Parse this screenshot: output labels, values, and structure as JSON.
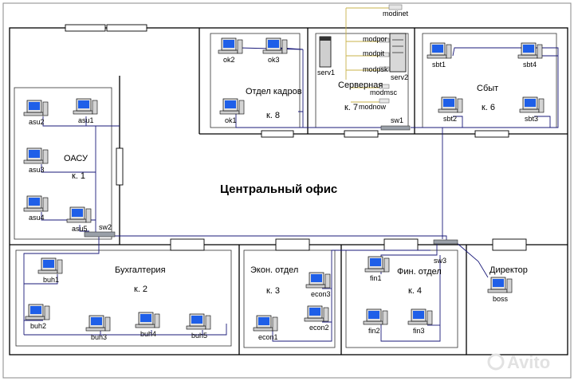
{
  "title": "Центральный офис",
  "rooms": {
    "kadry": {
      "name": "Отдел кадров",
      "num": "к. 8"
    },
    "server": {
      "name": "Серверная",
      "num": "к. 7"
    },
    "sbyt": {
      "name": "Сбыт",
      "num": "к. 6"
    },
    "oasu": {
      "name": "ОАСУ",
      "num": "к. 1"
    },
    "buh": {
      "name": "Бухгалтерия",
      "num": "к. 2"
    },
    "econ": {
      "name": "Экон. отдел",
      "num": "к. 3"
    },
    "fin": {
      "name": "Фин. отдел",
      "num": "к. 4"
    },
    "director": {
      "name": "Директор"
    }
  },
  "computers": {
    "ok2": "ok2",
    "ok3": "ok3",
    "ok1": "ok1",
    "sbt1": "sbt1",
    "sbt4": "sbt4",
    "sbt2": "sbt2",
    "sbt3": "sbt3",
    "asu2": "asu2",
    "asu1": "asu1",
    "asu3": "asu3",
    "asu4": "asu4",
    "asu5": "asu5",
    "buh1": "buh1",
    "buh2": "buh2",
    "buh3": "buh3",
    "buh4": "buh4",
    "buh5": "buh5",
    "econ1": "econ1",
    "econ2": "econ2",
    "econ3": "econ3",
    "fin1": "fin1",
    "fin2": "fin2",
    "fin3": "fin3",
    "boss": "boss"
  },
  "servers": {
    "serv1": "serv1",
    "serv2": "serv2"
  },
  "modems": {
    "modinet": "modinet",
    "modpor": "modpor",
    "modpit": "modpit",
    "modpsk": "modpsk",
    "modmsc": "modmsc",
    "modnow": "modnow"
  },
  "switches": {
    "sw1": "sw1",
    "sw2": "sw2",
    "sw3": "sw3"
  },
  "watermark": "Avito",
  "colors": {
    "screen": "#1f5fe8",
    "wall": "#000000",
    "cable": "#1a1a7a",
    "modem_cable": "#c9b34a"
  }
}
